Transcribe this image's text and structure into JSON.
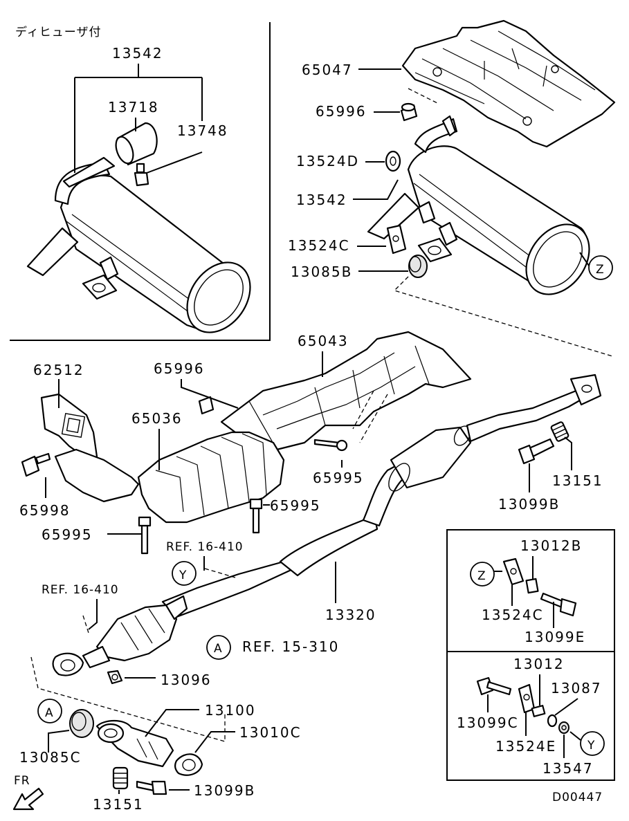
{
  "inset_note": "ディヒューザ付",
  "labels": {
    "p13542_inset": "13542",
    "p13718": "13718",
    "p13748": "13748",
    "p65047": "65047",
    "p65996_top": "65996",
    "p13524D": "13524D",
    "p13542": "13542",
    "p13524C_top": "13524C",
    "p13085B": "13085B",
    "p65043": "65043",
    "p62512": "62512",
    "p65996_mid": "65996",
    "p65036": "65036",
    "p65998": "65998",
    "p65995_a": "65995",
    "p65995_b": "65995",
    "p65995_c": "65995",
    "p13151_right": "13151",
    "p13099B_right": "13099B",
    "ref_16_410_a": "REF. 16-410",
    "ref_16_410_b": "REF. 16-410",
    "p13320": "13320",
    "ref_15_310": "REF. 15-310",
    "p13096": "13096",
    "p13100": "13100",
    "p13010C": "13010C",
    "p13085C": "13085C",
    "p13151_bottom": "13151",
    "p13099B_bottom": "13099B",
    "p13012B": "13012B",
    "p13524C_box": "13524C",
    "p13099E": "13099E",
    "p13012": "13012",
    "p13087": "13087",
    "p13099C": "13099C",
    "p13524E": "13524E",
    "p13547": "13547",
    "fr": "FR",
    "diagram_code": "D00447"
  },
  "callouts": {
    "Z_top": "Z",
    "Z_box": "Z",
    "Y_mid": "Y",
    "Y_box": "Y",
    "A_ref": "A",
    "A_bottom": "A"
  }
}
